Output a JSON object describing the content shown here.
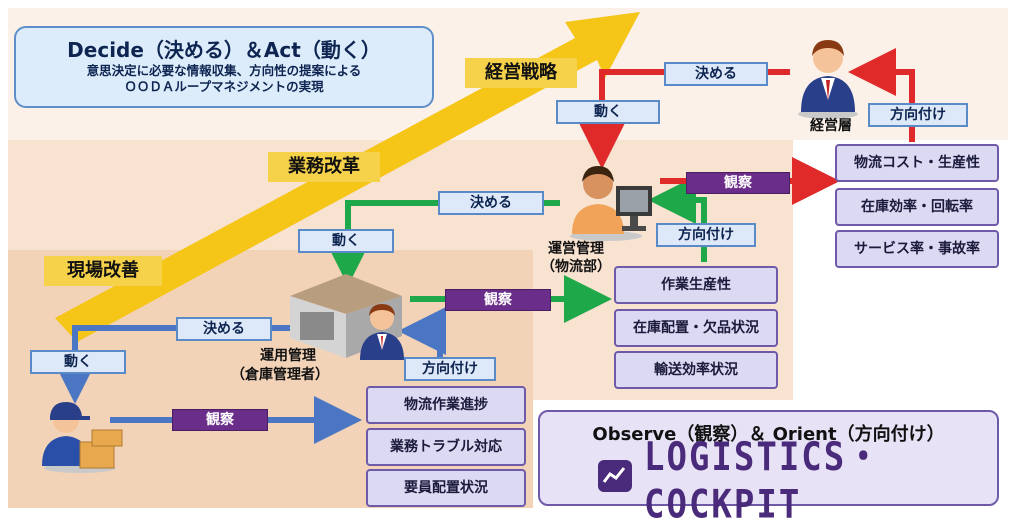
{
  "header": {
    "title": "Decide（決める）＆Act（動く）",
    "line1": "意思決定に必要な情報収集、方向性の提案による",
    "line2": "ＯＯＤＡループマネジメントの実現"
  },
  "levels": [
    "経営戦略",
    "業務改革",
    "現場改善"
  ],
  "labels": {
    "decide": "決める",
    "act": "動く",
    "observe": "観察",
    "orient": "方向付け"
  },
  "roles": {
    "executive": "経営層",
    "ops_manager_1": "運営管理",
    "ops_manager_2": "（物流部）",
    "warehouse_1": "運用管理",
    "warehouse_2": "（倉庫管理者）"
  },
  "kpi_exec": [
    "物流コスト・生産性",
    "在庫効率・回転率",
    "サービス率・事故率"
  ],
  "kpi_ops": [
    "作業生産性",
    "在庫配置・欠品状況",
    "輸送効率状況"
  ],
  "kpi_site": [
    "物流作業進捗",
    "業務トラブル対応",
    "要員配置状況"
  ],
  "bottom": {
    "title": "Observe（観察）＆ Orient（方向付け）",
    "logo_text": "LOGISTICS・COCKPIT"
  },
  "colors": {
    "arrow_blue": "#4a76c4",
    "arrow_green": "#1fa84a",
    "arrow_red": "#e02a2a",
    "strategy_arrow": "#f5c518",
    "observe_tag": "#6b2d8a"
  }
}
